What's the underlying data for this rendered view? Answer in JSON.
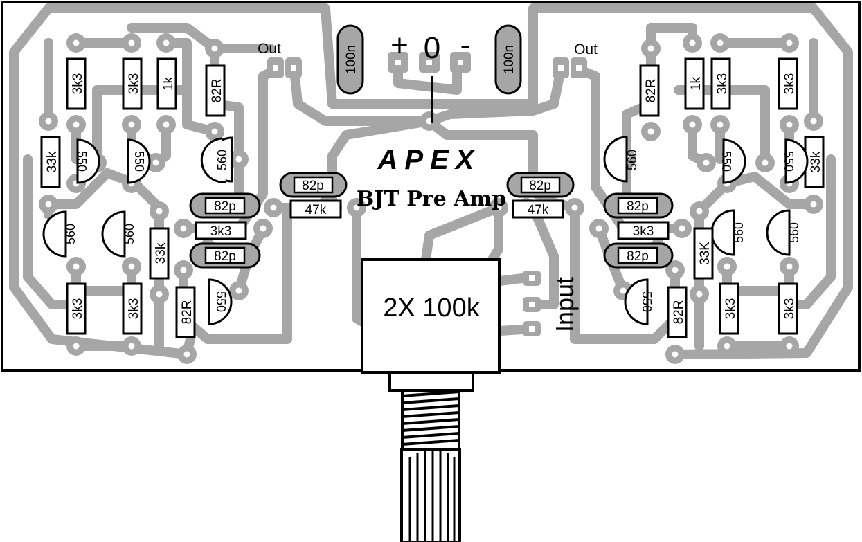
{
  "board": {
    "brand": "APEX",
    "title": "BJT Pre Amp",
    "power": {
      "plus": "+",
      "zero": "0",
      "minus": "-"
    },
    "out_left": "Out",
    "out_right": "Out",
    "input": "Input",
    "pot_label": "2X 100k",
    "top_caps": [
      "100n",
      "100n"
    ]
  },
  "left": {
    "resistors_top": [
      "3k3",
      "3k3",
      "1k",
      "82R"
    ],
    "r_33k_left": "33k",
    "transistors_upper": [
      "550",
      "550",
      "560"
    ],
    "transistors_lower": [
      "560",
      "560"
    ],
    "r_33k_mid": "33k",
    "resistors_bottom": [
      "3k3",
      "3k3",
      "82R"
    ],
    "transistor_bottom": "550",
    "caps_82p": [
      "82p",
      "82p"
    ],
    "r_3k3_mid": "3k3",
    "center_cap": "82p",
    "center_res": "47k"
  },
  "right": {
    "resistors_top": [
      "82R",
      "1k",
      "3k3",
      "3k3"
    ],
    "r_33k_right": "33k",
    "transistors_upper": [
      "560",
      "550",
      "550"
    ],
    "transistors_lower": [
      "560",
      "560"
    ],
    "r_33k_mid": "33K",
    "resistors_bottom": [
      "82R",
      "3k3",
      "3k3"
    ],
    "transistor_bottom": "550",
    "caps_82p": [
      "82p",
      "82p"
    ],
    "r_3k3_mid": "3k3",
    "center_cap": "82p",
    "center_res": "47k"
  }
}
